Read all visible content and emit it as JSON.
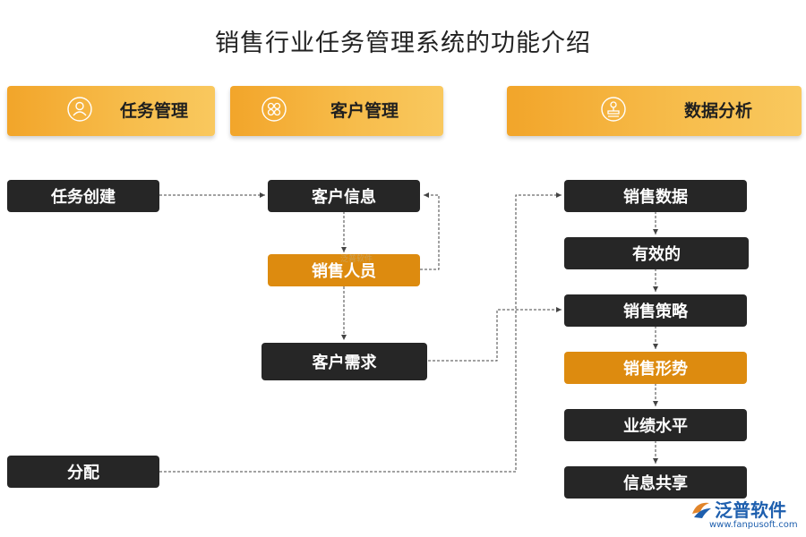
{
  "title": "销售行业任务管理系统的功能介绍",
  "headers": {
    "task": {
      "label": "任务管理",
      "icon": "person-icon"
    },
    "customer": {
      "label": "客户管理",
      "icon": "grid-cluster-icon"
    },
    "data": {
      "label": "数据分析",
      "icon": "stamp-icon"
    }
  },
  "nodes": {
    "task_create": "任务创建",
    "assign": "分配",
    "customer_info": "客户信息",
    "sales_staff": "销售人员",
    "customer_needs": "客户需求",
    "sales_data": "销售数据",
    "effective": "有效的",
    "sales_strategy": "销售策略",
    "sales_trend": "销售形势",
    "performance": "业绩水平",
    "info_sharing": "信息共享"
  },
  "colors": {
    "header_gradient_start": "#f2a52a",
    "header_gradient_end": "#f9c85e",
    "node_dark": "#262626",
    "node_orange": "#dd8b0f",
    "brand_blue": "#1e5fae"
  },
  "watermark": {
    "small_text": "泛普软件"
  },
  "brand": {
    "name": "泛普软件",
    "url": "www.fanpusoft.com",
    "icon": "fanpu-logo-icon"
  }
}
